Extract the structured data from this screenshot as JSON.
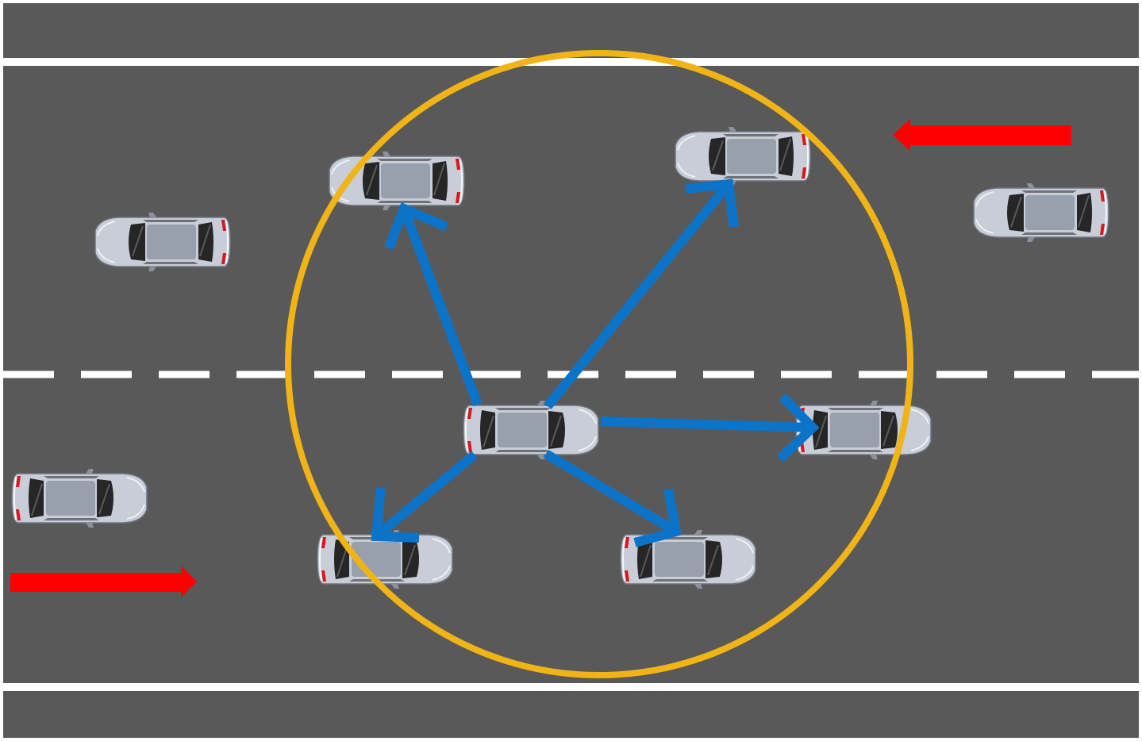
{
  "colors": {
    "road": "#595959",
    "lane_line": "#ffffff",
    "range_circle": "#f0b417",
    "link_arrow": "#0b74c9",
    "direction_arrow": "#ff0000",
    "car_body": "#c8cdd8",
    "car_window": "#262626",
    "car_roof": "#98a0ae"
  },
  "icons": {
    "car": "car-top-view-icon",
    "direction": "direction-arrow-icon",
    "communication_range": "range-circle"
  },
  "cars": [
    {
      "id": "center-car",
      "role": "transmitter",
      "heading": "right"
    },
    {
      "id": "car-upper-left-far",
      "heading": "left"
    },
    {
      "id": "car-upper-left-neighbor",
      "heading": "left"
    },
    {
      "id": "car-upper-right-neighbor",
      "heading": "left"
    },
    {
      "id": "car-upper-right-far",
      "heading": "left"
    },
    {
      "id": "car-lower-left-far",
      "heading": "right"
    },
    {
      "id": "car-lower-left-neighbor",
      "heading": "right"
    },
    {
      "id": "car-lower-right-neighbor",
      "heading": "right"
    },
    {
      "id": "car-right-neighbor",
      "heading": "right"
    }
  ],
  "links": [
    {
      "from": "center-car",
      "to": "car-upper-left-neighbor"
    },
    {
      "from": "center-car",
      "to": "car-upper-right-neighbor"
    },
    {
      "from": "center-car",
      "to": "car-right-neighbor"
    },
    {
      "from": "center-car",
      "to": "car-lower-right-neighbor"
    },
    {
      "from": "center-car",
      "to": "car-lower-left-neighbor"
    }
  ],
  "traffic_direction": {
    "upper_lanes": "left",
    "lower_lanes": "right"
  }
}
